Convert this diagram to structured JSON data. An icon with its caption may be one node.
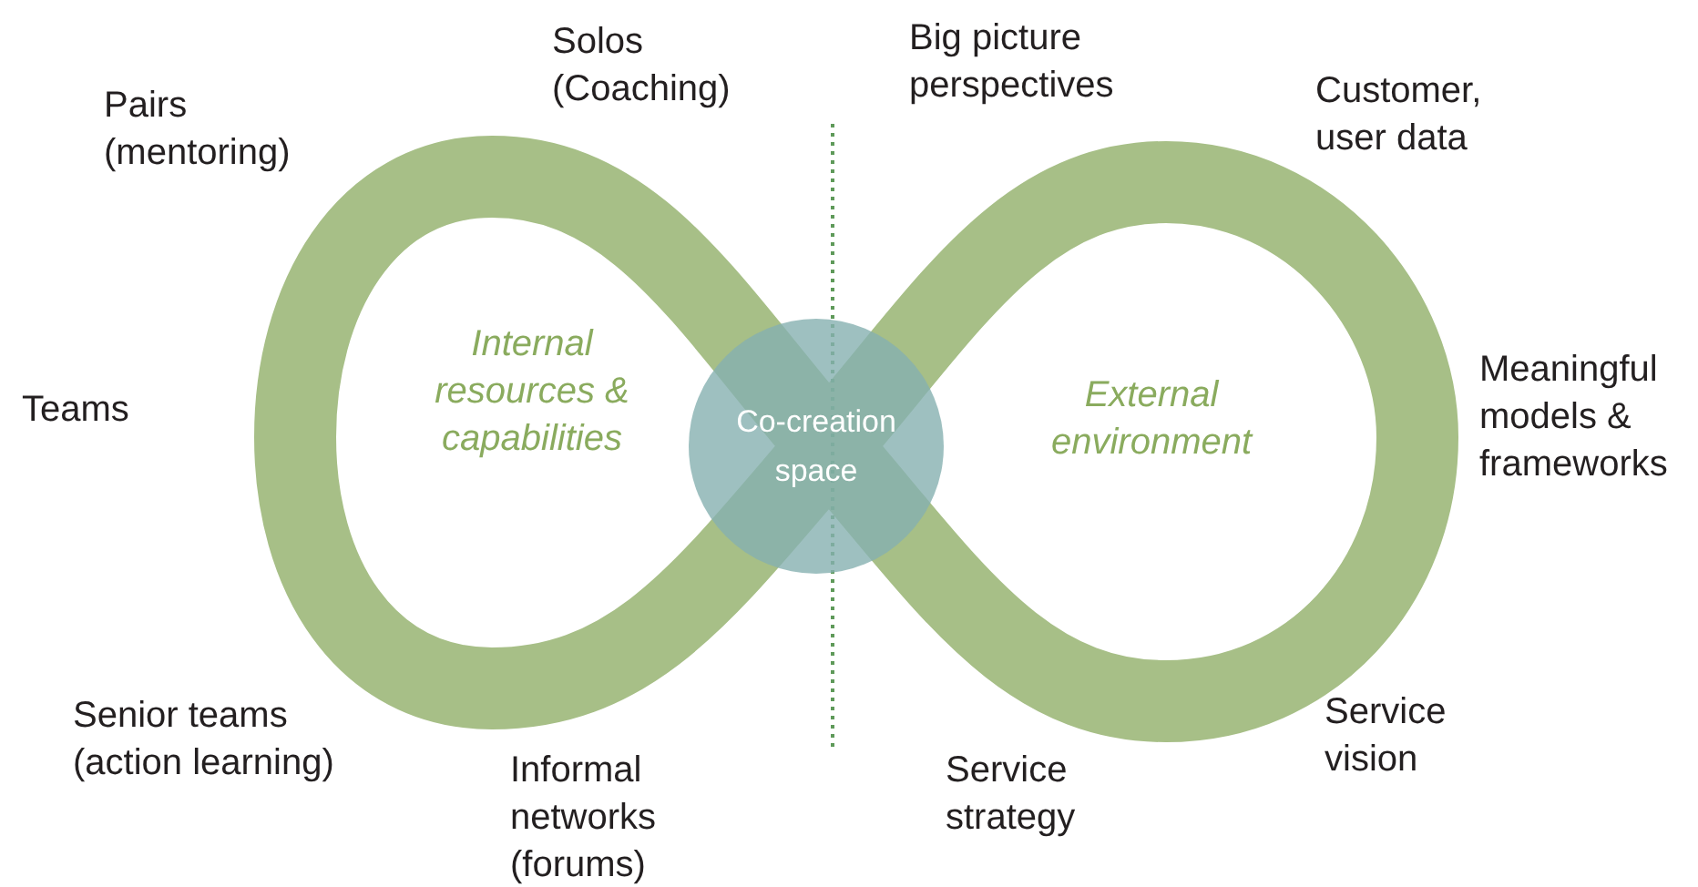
{
  "diagram": {
    "nodes": [
      {
        "text": [
          "Co-creation space"
        ]
      }
    ],
    "labels": [
      "Solos (Coaching)",
      "Big picture perspectives",
      "Pairs (mentoring)",
      "Customer, user data",
      "Internal resources & capabilities",
      "External environment",
      "Teams",
      "Meaningful models & frameworks",
      "Senior teams (action learning)",
      "Service vision",
      "Informal networks (forums)",
      "Service strategy"
    ]
  }
}
